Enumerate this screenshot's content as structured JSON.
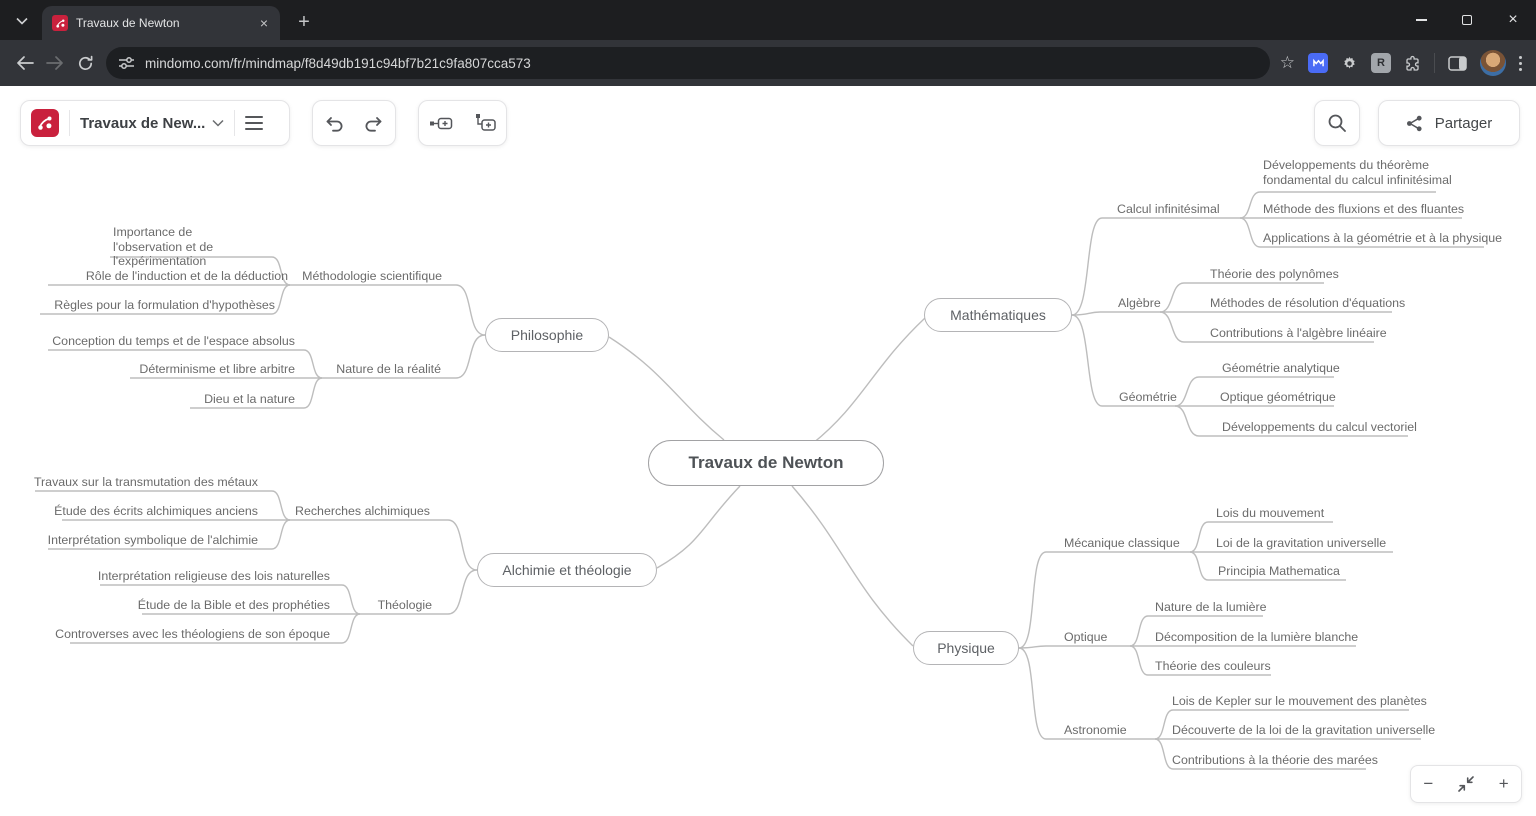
{
  "browser": {
    "tab_title": "Travaux de Newton",
    "url": "mindomo.com/fr/mindmap/f8d49db191c94bf7b21c9fa807cca573",
    "extension_badge_letter": "R"
  },
  "app_toolbar": {
    "map_title": "Travaux de New...",
    "share_label": "Partager"
  },
  "zoom_controls": {
    "zoom_out": "−",
    "zoom_in": "+"
  },
  "mindmap": {
    "center": "Travaux de Newton",
    "mathematiques": {
      "label": "Mathématiques",
      "calcul": {
        "label": "Calcul infinitésimal",
        "items": [
          "Développements du théorème fondamental du calcul infinitésimal",
          "Méthode des fluxions et des fluantes",
          "Applications à la géométrie et à la physique"
        ]
      },
      "algebre": {
        "label": "Algèbre",
        "items": [
          "Théorie des polynômes",
          "Méthodes de résolution d'équations",
          "Contributions à l'algèbre linéaire"
        ]
      },
      "geometrie": {
        "label": "Géométrie",
        "items": [
          "Géométrie analytique",
          "Optique géométrique",
          "Développements du calcul vectoriel"
        ]
      }
    },
    "physique": {
      "label": "Physique",
      "mecanique": {
        "label": "Mécanique classique",
        "items": [
          "Lois du mouvement",
          "Loi de la gravitation universelle",
          "Principia Mathematica"
        ]
      },
      "optique": {
        "label": "Optique",
        "items": [
          "Nature de la lumière",
          "Décomposition de la lumière blanche",
          "Théorie des couleurs"
        ]
      },
      "astronomie": {
        "label": "Astronomie",
        "items": [
          "Lois de Kepler sur le mouvement des planètes",
          "Découverte de la loi de la gravitation universelle",
          "Contributions à la théorie des marées"
        ]
      }
    },
    "philosophie": {
      "label": "Philosophie",
      "methodologie": {
        "label": "Méthodologie scientifique",
        "items": [
          "Importance de l'observation et de l'expérimentation",
          "Rôle de l'induction et de la déduction",
          "Règles pour la formulation d'hypothèses"
        ]
      },
      "nature_realite": {
        "label": "Nature de la réalité",
        "items": [
          "Conception du temps et de l'espace absolus",
          "Déterminisme et libre arbitre",
          "Dieu et la nature"
        ]
      }
    },
    "alchimie": {
      "label": "Alchimie et théologie",
      "recherches": {
        "label": "Recherches alchimiques",
        "items": [
          "Travaux sur la transmutation des métaux",
          "Étude des écrits alchimiques anciens",
          "Interprétation symbolique de l'alchimie"
        ]
      },
      "theologie": {
        "label": "Théologie",
        "items": [
          "Interprétation religieuse des lois naturelles",
          "Étude de la Bible et des prophéties",
          "Controverses avec les théologiens de son époque"
        ]
      }
    }
  }
}
